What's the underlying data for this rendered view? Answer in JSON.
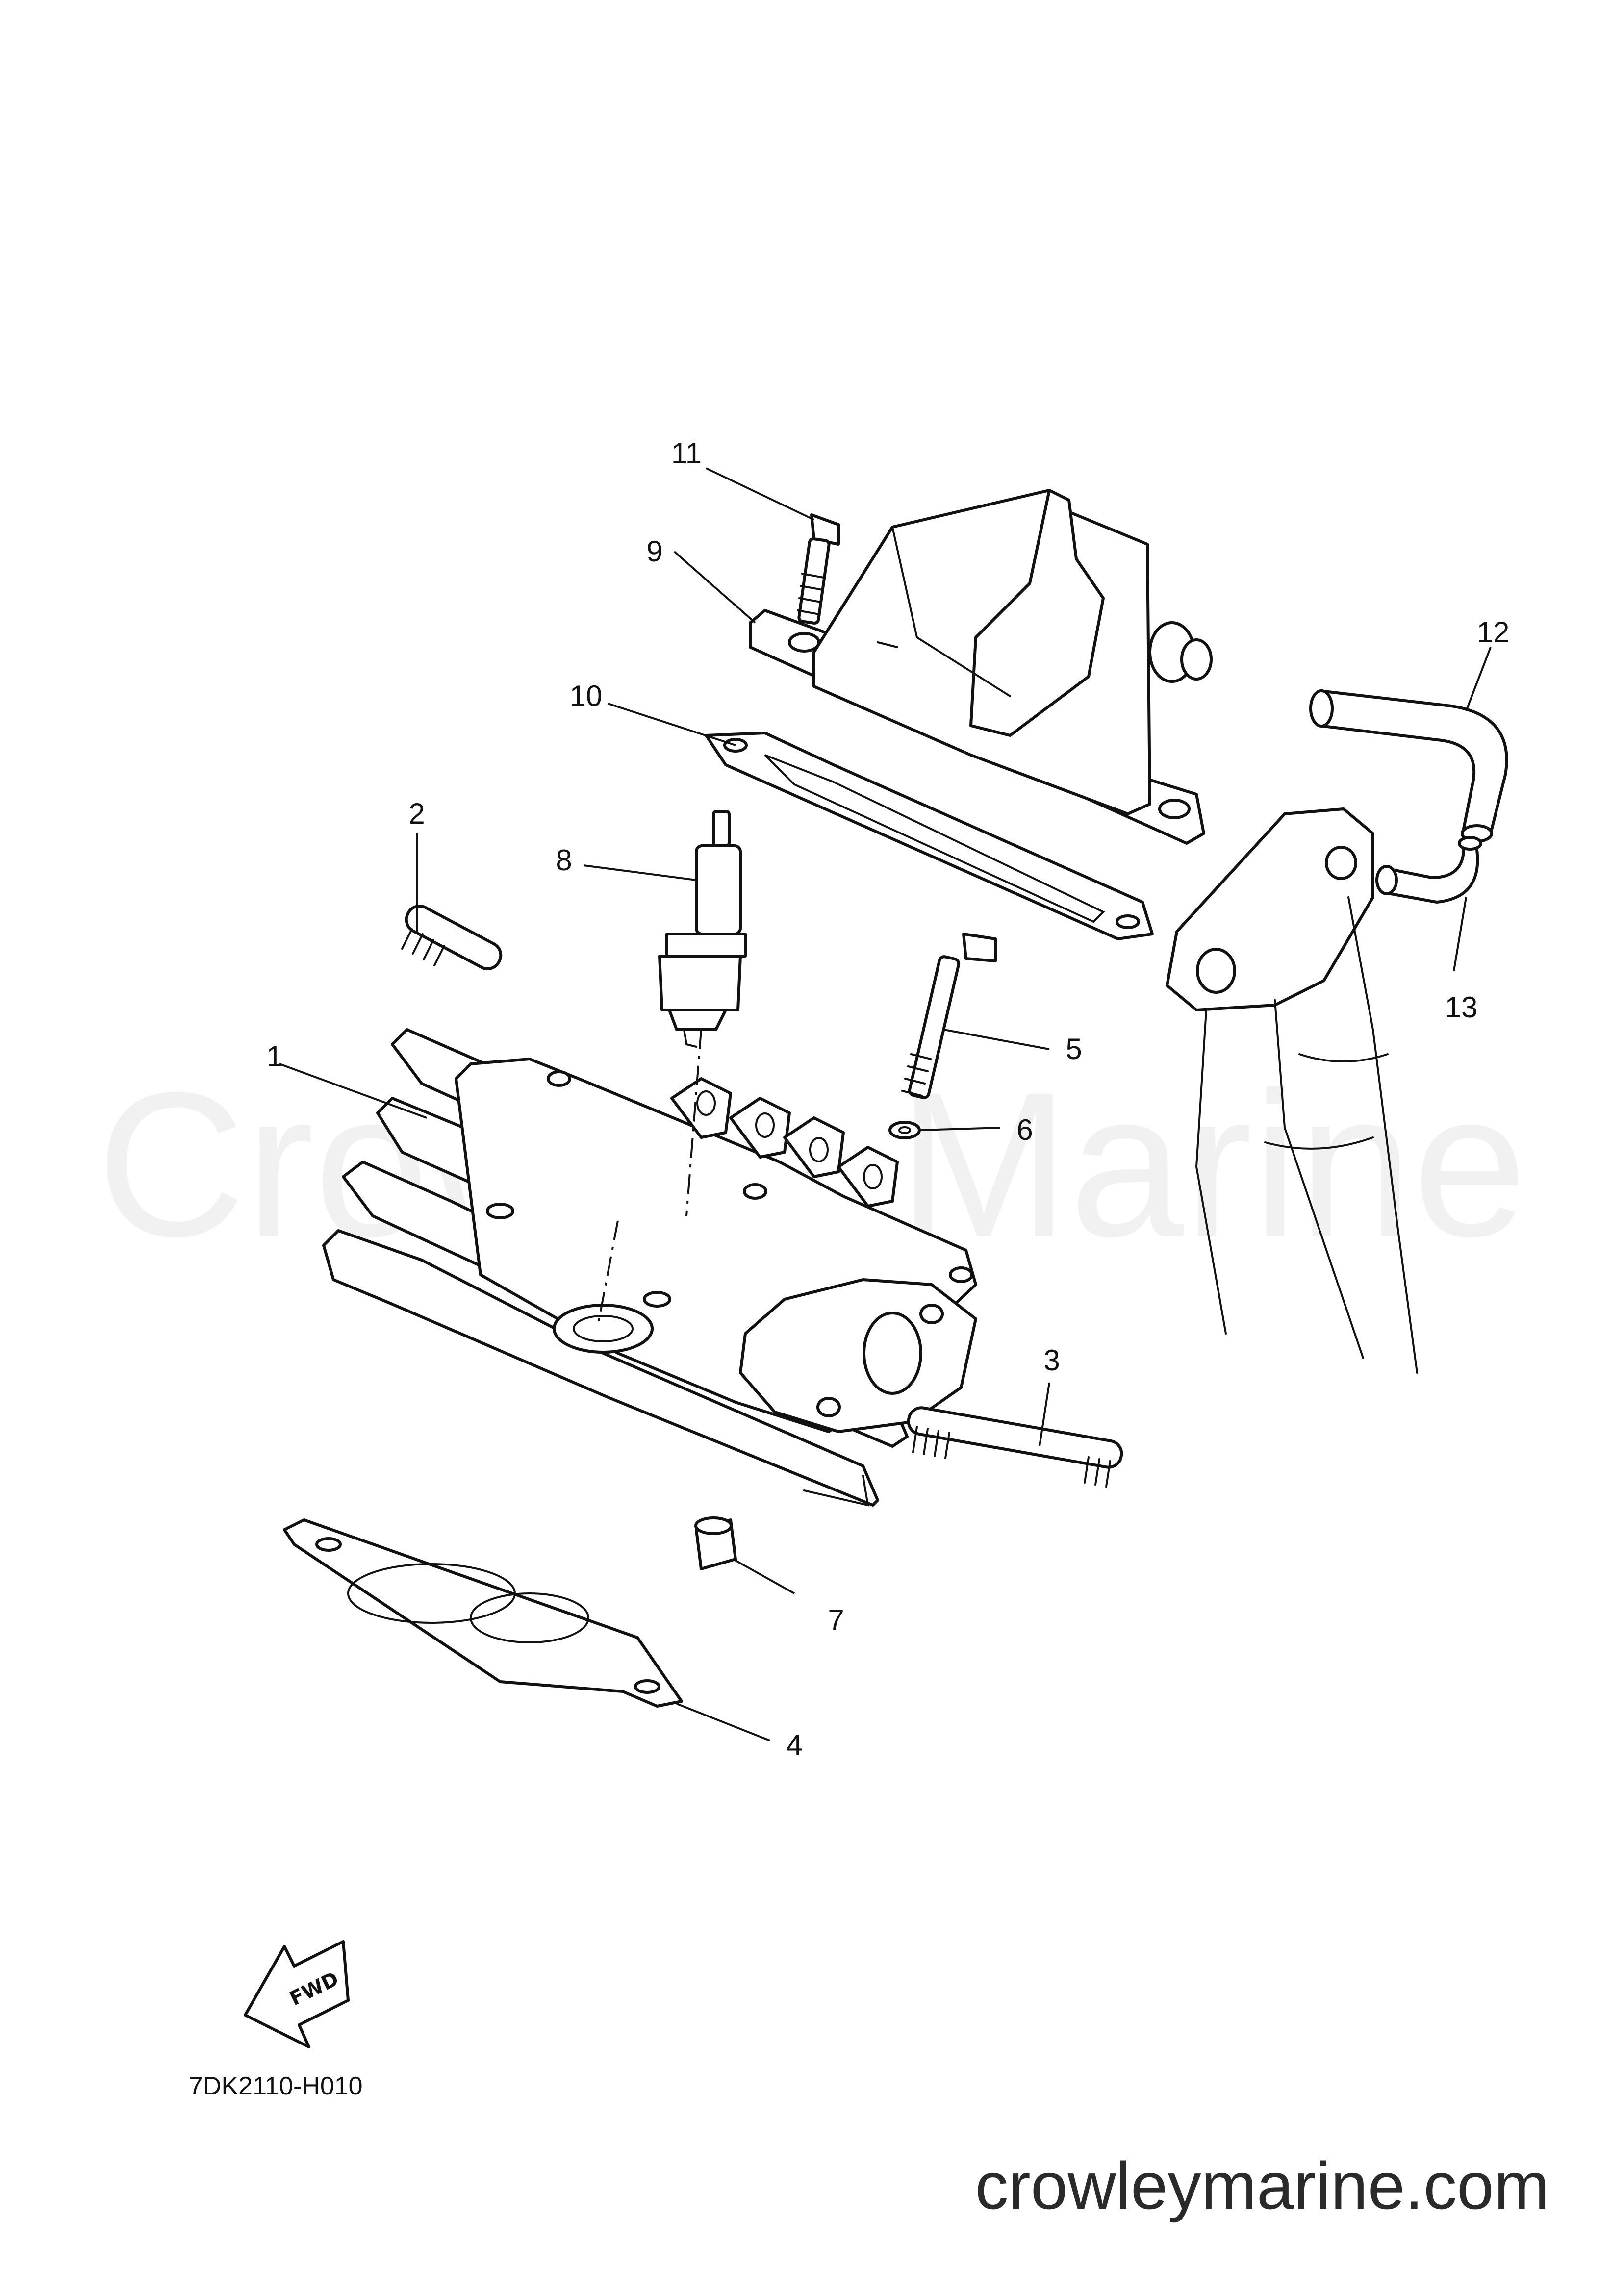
{
  "diagram": {
    "ref_code": "7DK2110-H010",
    "site_url": "crowleymarine.com",
    "watermark": "Crowley Marine",
    "fwd_label": "FWD",
    "callouts": [
      "1",
      "2",
      "3",
      "4",
      "5",
      "6",
      "7",
      "8",
      "9",
      "10",
      "11",
      "12",
      "13"
    ]
  },
  "colors": {
    "line": "#111111",
    "background": "#ffffff",
    "watermark": "#f2f2f2"
  }
}
